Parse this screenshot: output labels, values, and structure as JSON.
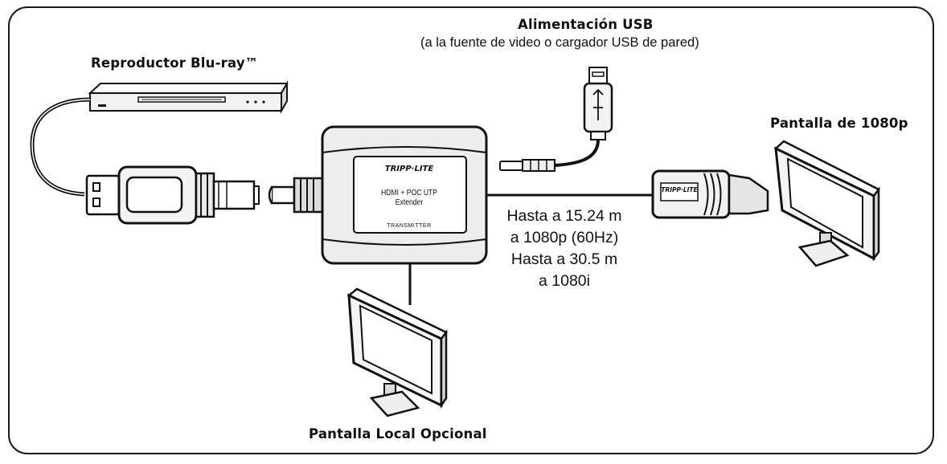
{
  "labels": {
    "player": "Reproductor Blu-ray™",
    "usb_power_title": "Alimentación USB",
    "usb_power_sub": "(a la fuente de video o cargador USB de pared)",
    "display_1080p": "Pantalla de 1080p",
    "local_display": "Pantalla Local Opcional"
  },
  "distance": {
    "line1": "Hasta a 15.24 m",
    "line2": "a 1080p (60Hz)",
    "line3": "Hasta a 30.5 m",
    "line4": "a 1080i"
  },
  "device": {
    "brand": "TRIPP·LITE",
    "model": "HDMI + POC UTP Extender",
    "role": "TRANSMITTER"
  },
  "receiver": {
    "brand": "TRIPP·LITE"
  }
}
